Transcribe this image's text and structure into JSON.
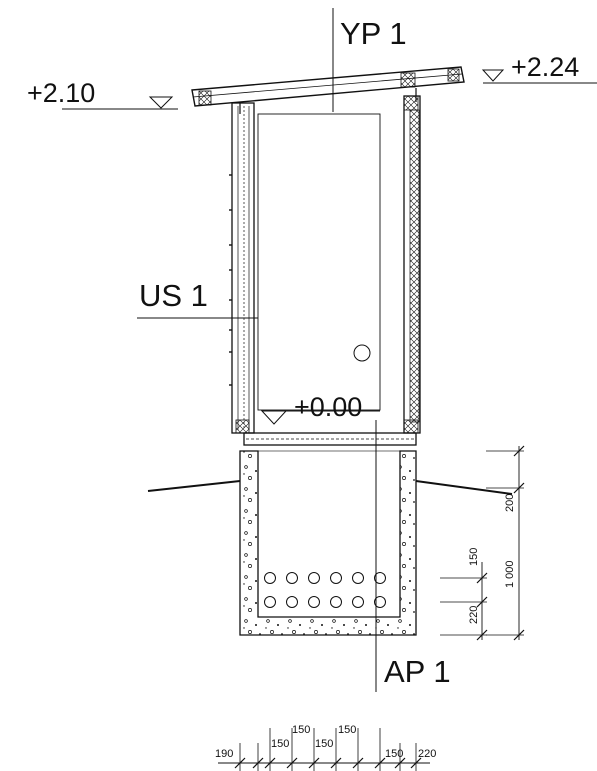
{
  "labels": {
    "roof": "YP 1",
    "wall": "US 1",
    "floor": "AP 1"
  },
  "levels": {
    "eave": "+2.10",
    "ridge": "+2.24",
    "floor": "+0.00"
  },
  "dimensions": {
    "vertical": {
      "top": "200",
      "total": "1 000",
      "mid": "150",
      "bottom": "220"
    },
    "horizontal": [
      "190",
      "150",
      "150",
      "150",
      "150",
      "150",
      "220"
    ]
  }
}
